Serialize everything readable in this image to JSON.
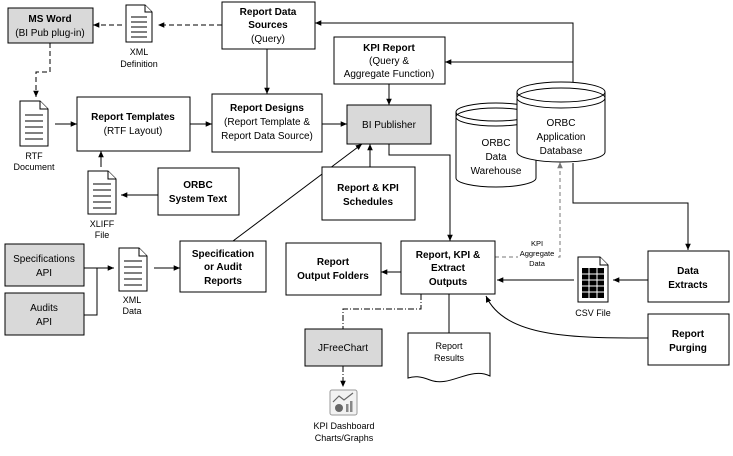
{
  "boxes": {
    "ms_word": [
      "MS Word",
      "(BI Pub plug-in)"
    ],
    "report_data_sources": [
      "Report Data",
      "Sources",
      "(Query)"
    ],
    "kpi_report": [
      "KPI Report",
      "(Query &",
      "Aggregate Function)"
    ],
    "report_templates": [
      "Report Templates",
      "(RTF Layout)"
    ],
    "report_designs": [
      "Report Designs",
      "(Report Template &",
      "Report Data Source)"
    ],
    "bi_publisher": [
      "BI Publisher"
    ],
    "orbc_system_text": [
      "ORBC",
      "System Text"
    ],
    "report_kpi_schedules": [
      "Report & KPI",
      "Schedules"
    ],
    "specifications_api": [
      "Specifications",
      "API"
    ],
    "audits_api": [
      "Audits",
      "API"
    ],
    "spec_audit_reports": [
      "Specification",
      "or Audit",
      "Reports"
    ],
    "report_output_folders": [
      "Report",
      "Output Folders"
    ],
    "report_kpi_extract_outputs": [
      "Report, KPI &",
      "Extract",
      "Outputs"
    ],
    "data_extracts": [
      "Data",
      "Extracts"
    ],
    "report_purging": [
      "Report",
      "Purging"
    ],
    "jfreechart": [
      "JFreeChart"
    ]
  },
  "databases": {
    "data_warehouse": [
      "ORBC",
      "Data",
      "Warehouse"
    ],
    "application_database": [
      "ORBC",
      "Application",
      "Database"
    ]
  },
  "documents": {
    "xml_definition": [
      "XML",
      "Definition"
    ],
    "rtf_document": [
      "RTF",
      "Document"
    ],
    "xliff_file": [
      "XLIFF",
      "File"
    ],
    "xml_data": [
      "XML",
      "Data"
    ],
    "csv_file": [
      "CSV File"
    ],
    "report_results": [
      "Report",
      "Results"
    ]
  },
  "edge_labels": {
    "kpi_aggregate_data": [
      "KPI",
      "Aggregate",
      "Data"
    ]
  },
  "dashboard": {
    "label": [
      "KPI Dashboard",
      "Charts/Graphs"
    ],
    "icon": "chart-icon"
  }
}
